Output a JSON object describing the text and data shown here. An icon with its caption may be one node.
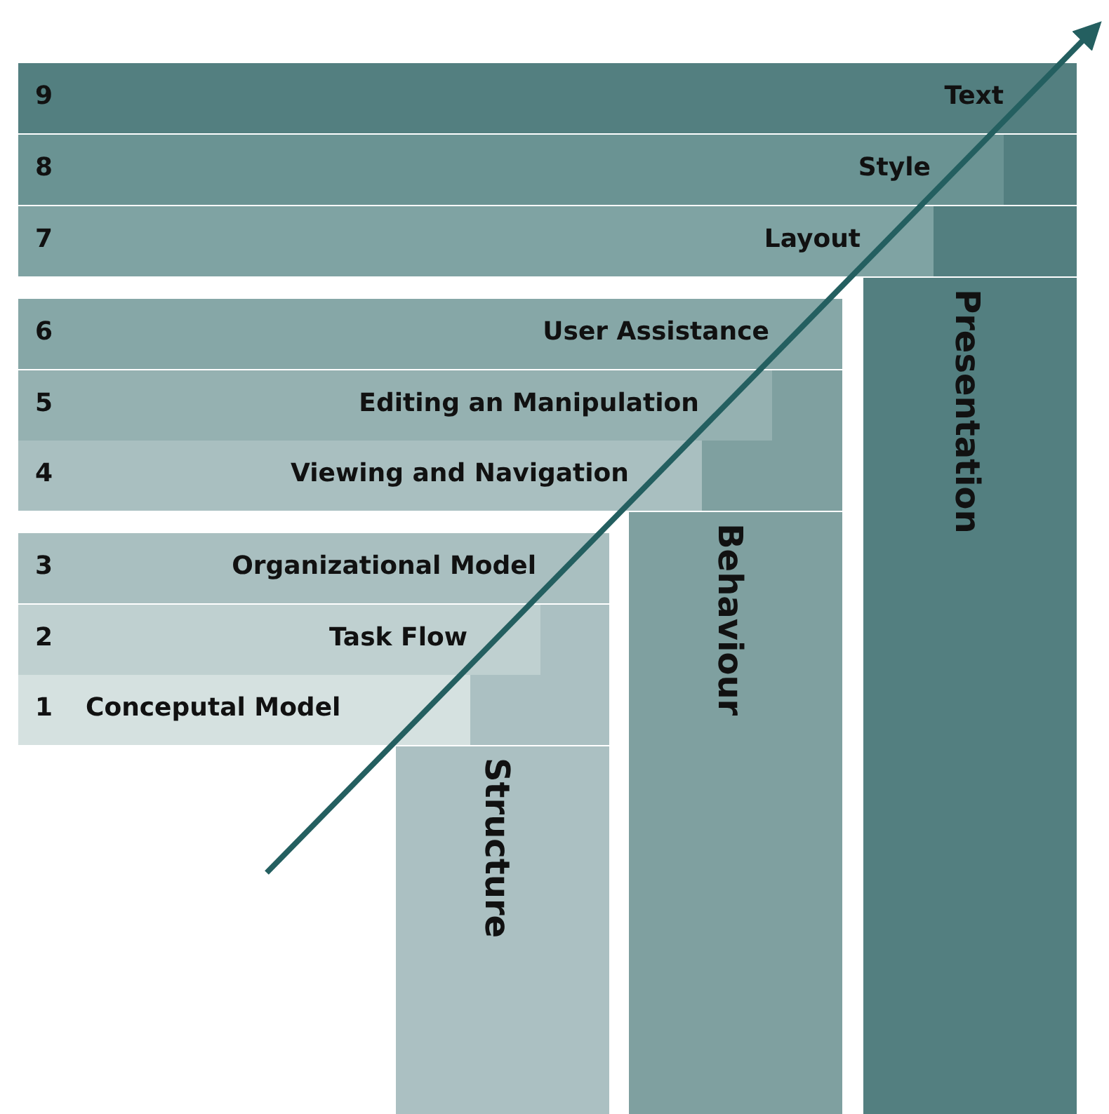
{
  "diagram": {
    "nodes": [
      {
        "text": [
          "9",
          "Text"
        ]
      },
      {
        "text": [
          "8",
          "Style"
        ]
      },
      {
        "text": [
          "7",
          "Layout"
        ]
      },
      {
        "text": [
          "Presentation"
        ]
      },
      {
        "text": [
          "6",
          "User Assistance"
        ]
      },
      {
        "text": [
          "5",
          "Editing an Manipulation"
        ]
      },
      {
        "text": [
          "4",
          "Viewing and Navigation"
        ]
      },
      {
        "text": [
          "Behaviour"
        ]
      },
      {
        "text": [
          "3",
          "Organizational Model"
        ]
      },
      {
        "text": [
          "2",
          "Task Flow"
        ]
      },
      {
        "text": [
          "1",
          "Conceputal Model"
        ]
      },
      {
        "text": [
          "Structure"
        ]
      }
    ]
  }
}
